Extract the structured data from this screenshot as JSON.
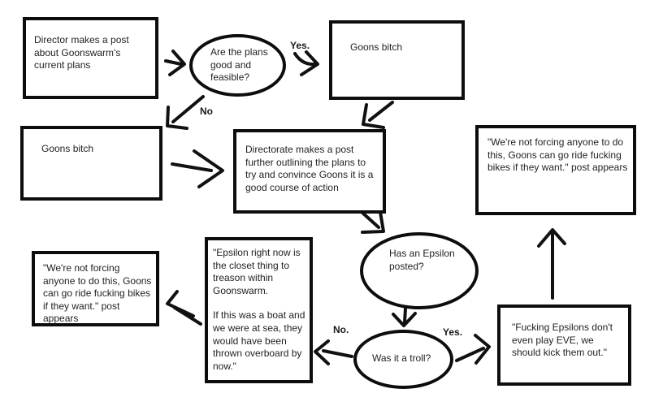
{
  "diagram": {
    "kind": "flowchart",
    "colors": {
      "stroke": "#0d0d0d",
      "text": "#1f1f1f",
      "background": "#ffffff"
    },
    "nodes": {
      "director_post": {
        "text": "Director makes a post about Goonswarm's current plans"
      },
      "plans_decision": {
        "text": "Are the plans good and feasible?"
      },
      "goons_bitch_top": {
        "text": "Goons bitch"
      },
      "goons_bitch_left": {
        "text": "Goons bitch"
      },
      "directorate_post": {
        "text": "Directorate makes a post further outlining the plans to try and convince Goons it is a good course of action"
      },
      "not_forcing_right": {
        "text": "\"We're not forcing anyone to do this, Goons can go ride fucking bikes if they want.\" post appears"
      },
      "not_forcing_left": {
        "text": "\"We're not forcing anyone to do this, Goons can go ride fucking bikes if they want.\" post appears"
      },
      "epsilon_treason": {
        "line1": "\"Epsilon right now is the closet thing to treason within Goonswarm.",
        "line2": "If this was a boat and we were at sea, they would have been thrown overboard by now.\""
      },
      "epsilon_posted": {
        "text": "Has an Epsilon posted?"
      },
      "was_it_troll": {
        "text": "Was it a troll?"
      },
      "kick_them_out": {
        "text": "\"Fucking Epsilons don't even play EVE, we should kick them out.\""
      }
    },
    "edge_labels": {
      "yes_top": "Yes.",
      "no_top": "No",
      "no_bottom": "No.",
      "yes_bottom": "Yes."
    }
  }
}
